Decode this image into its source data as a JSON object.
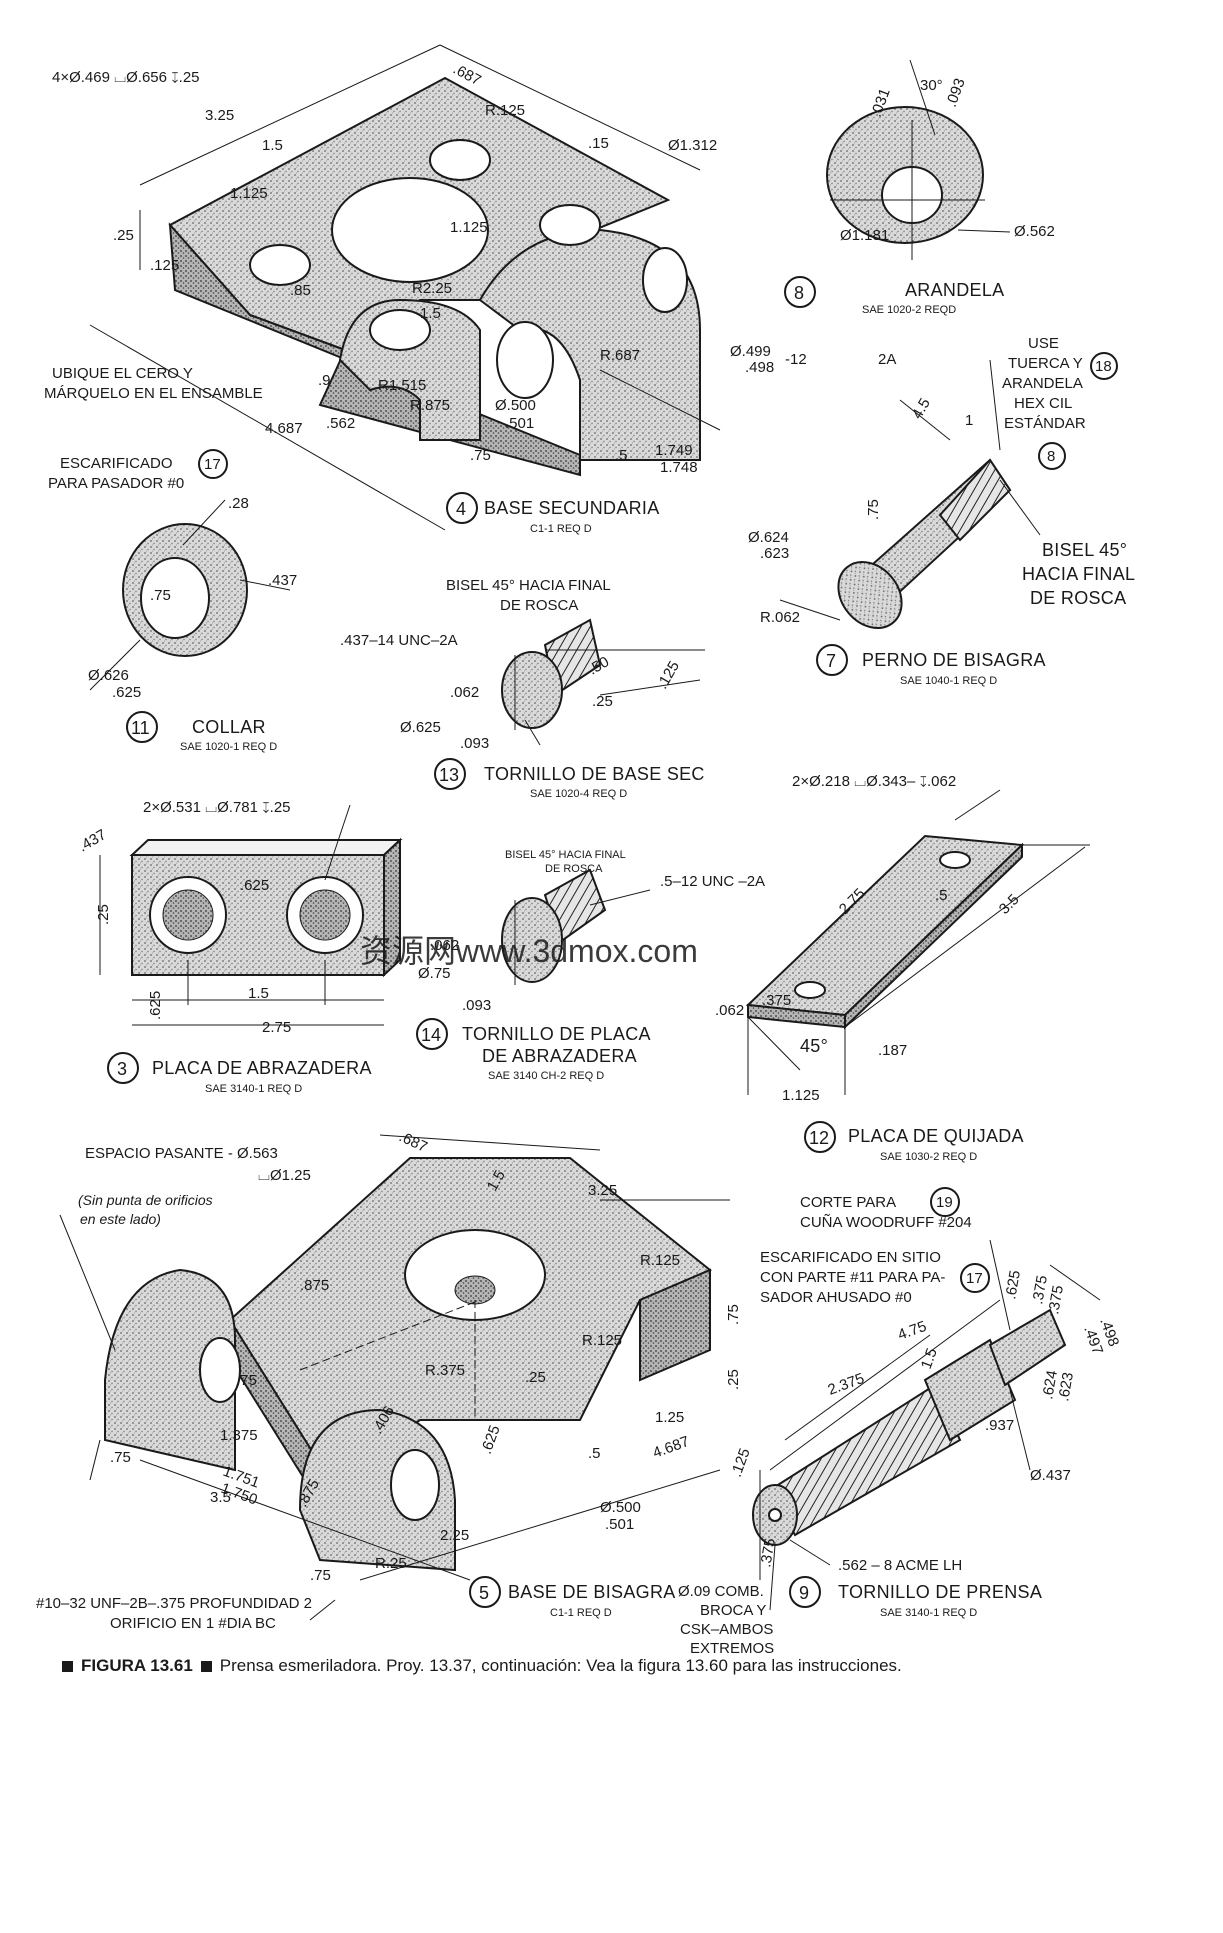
{
  "figure": {
    "label": "FIGURA 13.61",
    "caption": "Prensa esmeriladora. Proy. 13.37, continuación: Vea la figura 13.60 para las instrucciones."
  },
  "watermark": "资源网www.3dmox.com",
  "parts": {
    "p4": {
      "number": "4",
      "name": "BASE SECUNDARIA",
      "spec": "C1-1 REQ D",
      "dims": [
        "4×Ø.469 ⌴Ø.656 ↧.25",
        ".687",
        "3.25",
        "1.5",
        "R.125",
        ".15",
        "Ø1.312",
        ".25",
        "1.125",
        ".125",
        "1.125",
        ".85",
        "R2.25",
        "1.5",
        "R.687",
        "Ø.499",
        ".498",
        "-12",
        "2A",
        "R1.515",
        "R.875",
        "Ø.500",
        ".501",
        ".9",
        "4.687",
        ".562",
        ".75",
        ".5",
        "1.749",
        "1.748"
      ],
      "note": [
        "UBIQUE EL CERO Y",
        "MÁRQUELO EN EL ENSAMBLE"
      ]
    },
    "p8": {
      "number": "8",
      "name": "ARANDELA",
      "spec": "SAE 1020-2 REQD",
      "dims": [
        ".031",
        "30°",
        ".093",
        "Ø1.181",
        "Ø.562"
      ]
    },
    "p7": {
      "number": "7",
      "name": "PERNO DE BISAGRA",
      "spec": "SAE 1040-1 REQ D",
      "dims": [
        "4.5",
        "1",
        ".75",
        "Ø.624",
        ".623",
        "R.062"
      ],
      "note_top": [
        "USE",
        "TUERCA Y",
        "ARANDELA",
        "HEX CIL",
        "ESTÁNDAR"
      ],
      "ref_top": "18",
      "ref_side": "8",
      "note_side": [
        "BISEL 45°",
        "HACIA FINAL",
        "DE ROSCA"
      ]
    },
    "p11": {
      "number": "11",
      "name": "COLLAR",
      "spec": "SAE 1020-1 REQ D",
      "dims": [
        ".28",
        ".437",
        ".75",
        "Ø.626",
        ".625"
      ],
      "note": [
        "ESCARIFICADO",
        "PARA PASADOR #0"
      ],
      "ref": "17"
    },
    "p13": {
      "number": "13",
      "name": "TORNILLO DE BASE SEC",
      "spec": "SAE 1020-4 REQ D",
      "dims": [
        ".437–14 UNC–2A",
        ".062",
        "Ø.625",
        ".093",
        ".25",
        ".125",
        ".50"
      ],
      "note": [
        "BISEL 45° HACIA FINAL",
        "DE ROSCA"
      ]
    },
    "p3": {
      "number": "3",
      "name": "PLACA DE ABRAZADERA",
      "spec": "SAE 3140-1 REQ D",
      "dims": [
        "2×Ø.531 ⌴Ø.781 ↧.25",
        ".437",
        ".25",
        ".625",
        ".625",
        "1.5",
        "2.75"
      ]
    },
    "p14": {
      "number": "14",
      "name": [
        "TORNILLO DE PLACA",
        "DE ABRAZADERA"
      ],
      "spec": "SAE 3140 CH-2 REQ D",
      "dims": [
        ".5–12 UNC –2A",
        ".062",
        "Ø.75",
        ".093"
      ],
      "note": [
        "BISEL 45° HACIA FINAL",
        "DE ROSCA"
      ]
    },
    "p12": {
      "number": "12",
      "name": "PLACA DE QUIJADA",
      "spec": "SAE 1030-2 REQ D",
      "dims": [
        "2×Ø.218 ⌴Ø.343– ↧.062",
        "2.75",
        ".5",
        "3.5",
        ".062",
        ".375",
        "45°",
        ".187",
        "1.125"
      ]
    },
    "p5": {
      "number": "5",
      "name": "BASE DE BISAGRA",
      "spec": "C1-1 REQ D",
      "dims": [
        "ESPACIO PASANTE - Ø.563",
        "⌴Ø1.25",
        ".687",
        "1.5",
        "3.25",
        "R.125",
        ".75",
        ".875",
        ".25",
        "R.125",
        "R.375",
        ".75",
        ".25",
        "1.375",
        "1.25",
        ".75",
        "1.751",
        "1.750",
        "3.5",
        ".5",
        "4.687",
        ".625",
        ".406",
        "R.25",
        "2.25",
        "Ø.500",
        ".501",
        ".75",
        ".875"
      ],
      "note_italic": [
        "(Sin punta de orificios",
        "en este lado)"
      ],
      "note_bottom": [
        "#10–32 UNF–2B–.375 PROFUNDIDAD 2",
        "ORIFICIO EN 1 #DIA BC"
      ]
    },
    "p9": {
      "number": "9",
      "name": "TORNILLO DE PRENSA",
      "spec": "SAE 3140-1 REQ D",
      "dims": [
        "4.75",
        "2.375",
        ".125",
        ".937",
        "Ø.437",
        ".562 – 8 ACME LH",
        ".375",
        ".625",
        ".375",
        ".624",
        ".623",
        ".498",
        ".497",
        "1.5",
        ".375"
      ],
      "note_top": [
        "CORTE PARA",
        "CUÑA WOODRUFF #204"
      ],
      "ref_top": "19",
      "note_mid": [
        "ESCARIFICADO EN SITIO",
        "CON PARTE #11 PARA PA-",
        "SADOR AHUSADO #0"
      ],
      "ref_mid": "17",
      "note_bottom": [
        "Ø.09 COMB.",
        "BROCA Y",
        "CSK–AMBOS",
        "EXTREMOS"
      ]
    }
  }
}
